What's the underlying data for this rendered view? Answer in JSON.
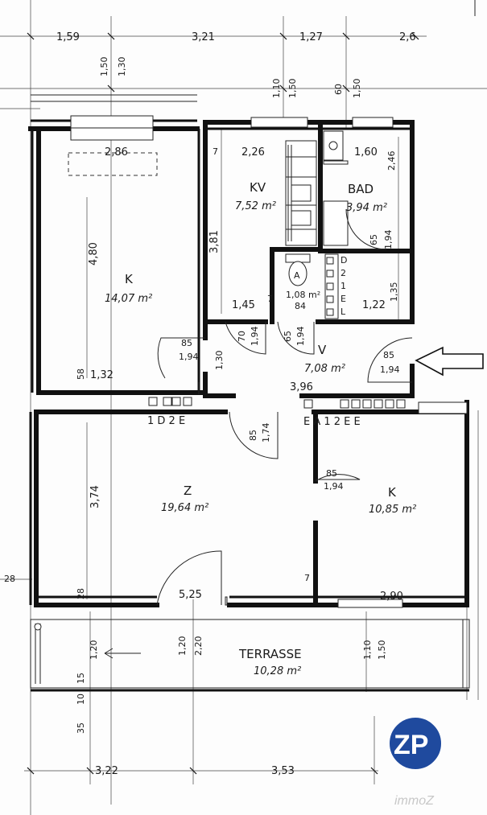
{
  "rooms": {
    "k_left": {
      "label": "K",
      "area": "14,07 m²"
    },
    "kv": {
      "label": "KV",
      "area": "7,52 m²"
    },
    "bad": {
      "label": "BAD",
      "area": "3,94 m²"
    },
    "v": {
      "label": "V",
      "area": "7,08 m²"
    },
    "wc": {
      "area": "1,08 m²"
    },
    "z": {
      "label": "Z",
      "area": "19,64 m²"
    },
    "k_right": {
      "label": "K",
      "area": "10,85 m²"
    },
    "terrasse": {
      "label": "TERRASSE",
      "area": "10,28 m²"
    }
  },
  "dimensions": {
    "top": [
      "1,59",
      "3,21",
      "1,27",
      "2,6"
    ],
    "top_openings": [
      "1,50",
      "1,30",
      "1,10",
      "1,50",
      "60",
      "1,50"
    ],
    "k_left_width": "2,86",
    "k_left_height": "4,80",
    "kv_width": "2,26",
    "kv_height": "3,81",
    "bad_width": "1,60",
    "bad_side": "2,46",
    "bad_door": [
      "65",
      "1,94"
    ],
    "bad_side2": "1,35",
    "wc_small": "7",
    "wc_width": "84",
    "corridor_small": "1,45",
    "corridor_right": "1,22",
    "corridor_length": "3,96",
    "corridor_gap": "1,30",
    "k_left_bottom": "1,32",
    "k_left_small": "58",
    "door_k_left": [
      "85",
      "1,94"
    ],
    "door_kv": [
      "70",
      "1,94"
    ],
    "door_wc": [
      "65",
      "1,94"
    ],
    "door_entry": [
      "85",
      "1,94"
    ],
    "door_z": [
      "85",
      "1,74"
    ],
    "door_k_right": [
      "85",
      "1,94"
    ],
    "z_height": "3,74",
    "z_width": "5,25",
    "k_right_width": "2,90",
    "left_28": "28",
    "left_28b": "28",
    "terr_opening_1": [
      "1,20",
      "2,20"
    ],
    "terr_opening_2": [
      "1,10",
      "1,50"
    ],
    "terr_left": [
      "1,20",
      "15",
      "35",
      "10"
    ],
    "bottom": [
      "3,22",
      "3,53"
    ],
    "small_7": "7"
  },
  "installations": {
    "left_legend": "1 D 2 E",
    "right_legend": "E A 1 2 E E",
    "wc_panel": [
      "D",
      "2",
      "1",
      "E",
      "L"
    ],
    "wc_letter": "A"
  },
  "logo": {
    "text": "ZP",
    "color": "#1f4a9e"
  },
  "watermark": "immoZ"
}
